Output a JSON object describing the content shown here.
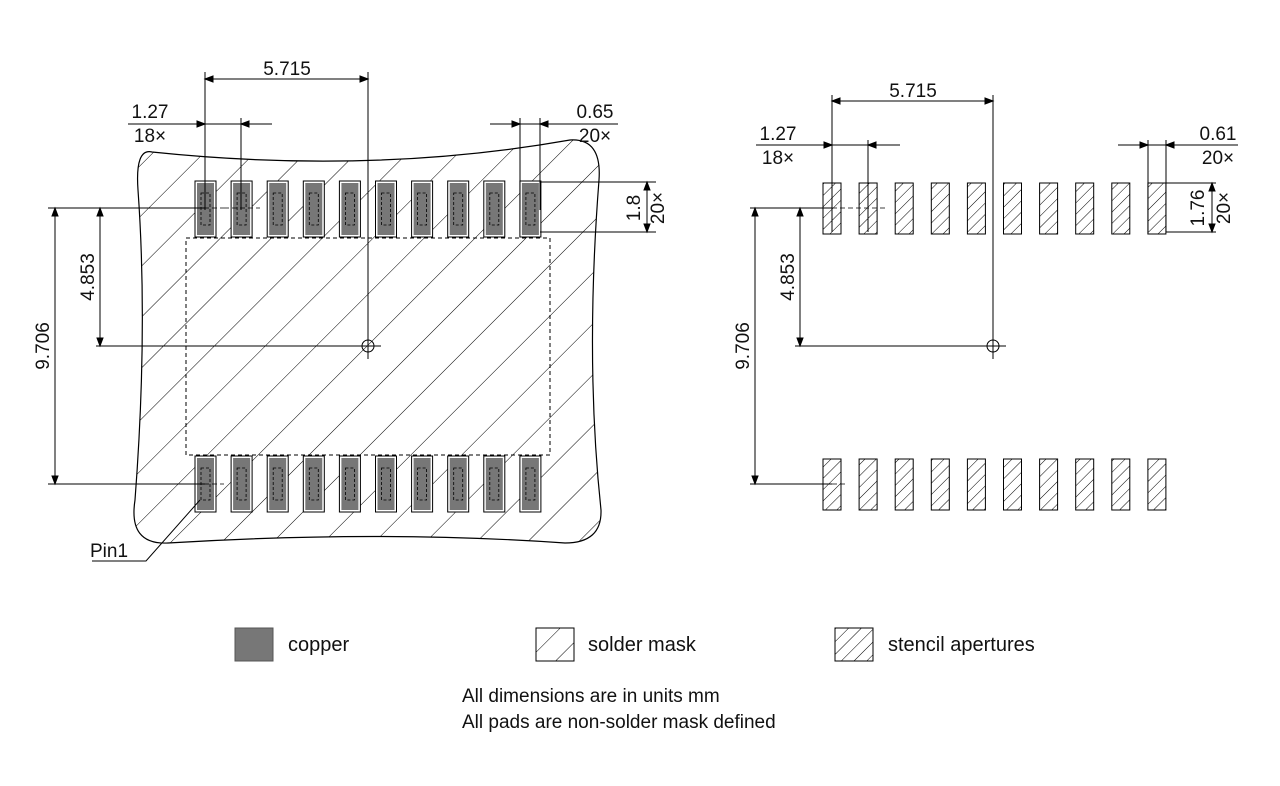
{
  "left_view": {
    "pitch_label": "1.27",
    "pitch_count": "18×",
    "pad_width_label": "0.65",
    "pad_width_count": "20×",
    "pad_length_label": "1.8",
    "pad_length_count": "20×",
    "center_x_label": "5.715",
    "half_height_label": "4.853",
    "full_height_label": "9.706",
    "pin1_label": "Pin1"
  },
  "right_view": {
    "pitch_label": "1.27",
    "pitch_count": "18×",
    "pad_width_label": "0.61",
    "pad_width_count": "20×",
    "pad_length_label": "1.76",
    "pad_length_count": "20×",
    "center_x_label": "5.715",
    "half_height_label": "4.853",
    "full_height_label": "9.706"
  },
  "legend": {
    "copper": "copper",
    "solder_mask": "solder mask",
    "stencil": "stencil apertures"
  },
  "notes": [
    "All dimensions are in units mm",
    "All pads are non-solder mask defined"
  ],
  "colors": {
    "copper": "#777777",
    "line": "#000000"
  }
}
